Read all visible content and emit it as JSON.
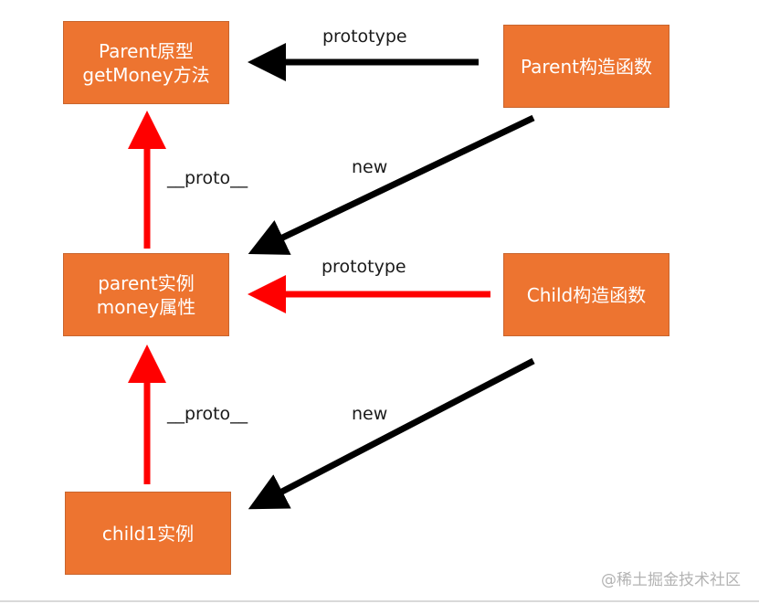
{
  "nodes": {
    "parent_prototype": {
      "line1": "Parent原型",
      "line2": "getMoney方法"
    },
    "parent_constructor": {
      "label": "Parent构造函数"
    },
    "parent_instance": {
      "line1": "parent实例",
      "line2": "money属性"
    },
    "child_constructor": {
      "label": "Child构造函数"
    },
    "child_instance": {
      "label": "child1实例"
    }
  },
  "edges": {
    "prototype_top": "prototype",
    "new_top": "new",
    "proto_top": "__proto__",
    "prototype_mid": "prototype",
    "proto_bottom": "__proto__",
    "new_bottom": "new"
  },
  "colors": {
    "node_fill": "#ed7430",
    "arrow_black": "#000000",
    "arrow_red": "#ff0000"
  },
  "watermark": "@稀土掘金技术社区"
}
